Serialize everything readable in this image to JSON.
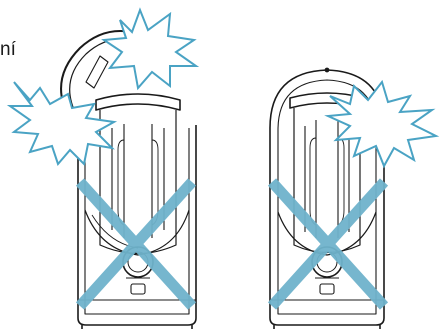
{
  "caption": "ní",
  "illustrations": [
    {
      "state": "lid-open",
      "lid_open": true,
      "warning_bursts": 2,
      "crossed_out": true
    },
    {
      "state": "lid-closed",
      "lid_open": false,
      "warning_bursts": 1,
      "crossed_out": true
    }
  ],
  "colors": {
    "line": "#1a1a1a",
    "burst": "#4aa3c4",
    "cross": "#6fb3cc"
  }
}
